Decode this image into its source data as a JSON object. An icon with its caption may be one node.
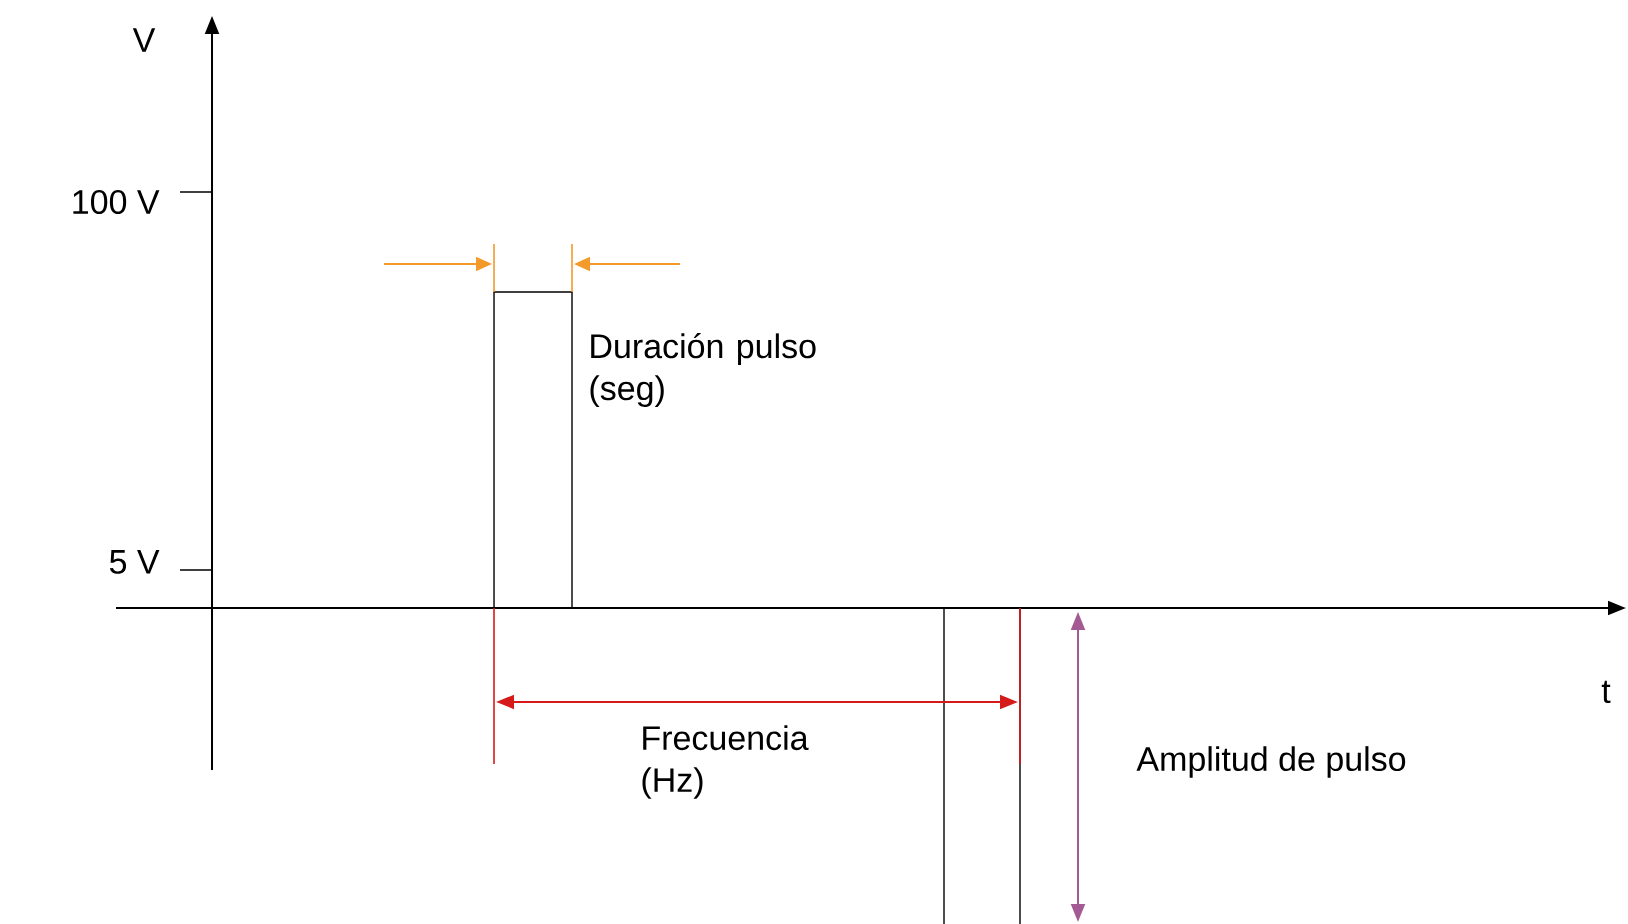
{
  "diagram": {
    "labels": [
      "V",
      "100 V",
      "Duración pulso (seg)",
      "5 V",
      "t",
      "Frecuencia (Hz)",
      "Amplitud de pulso"
    ]
  }
}
